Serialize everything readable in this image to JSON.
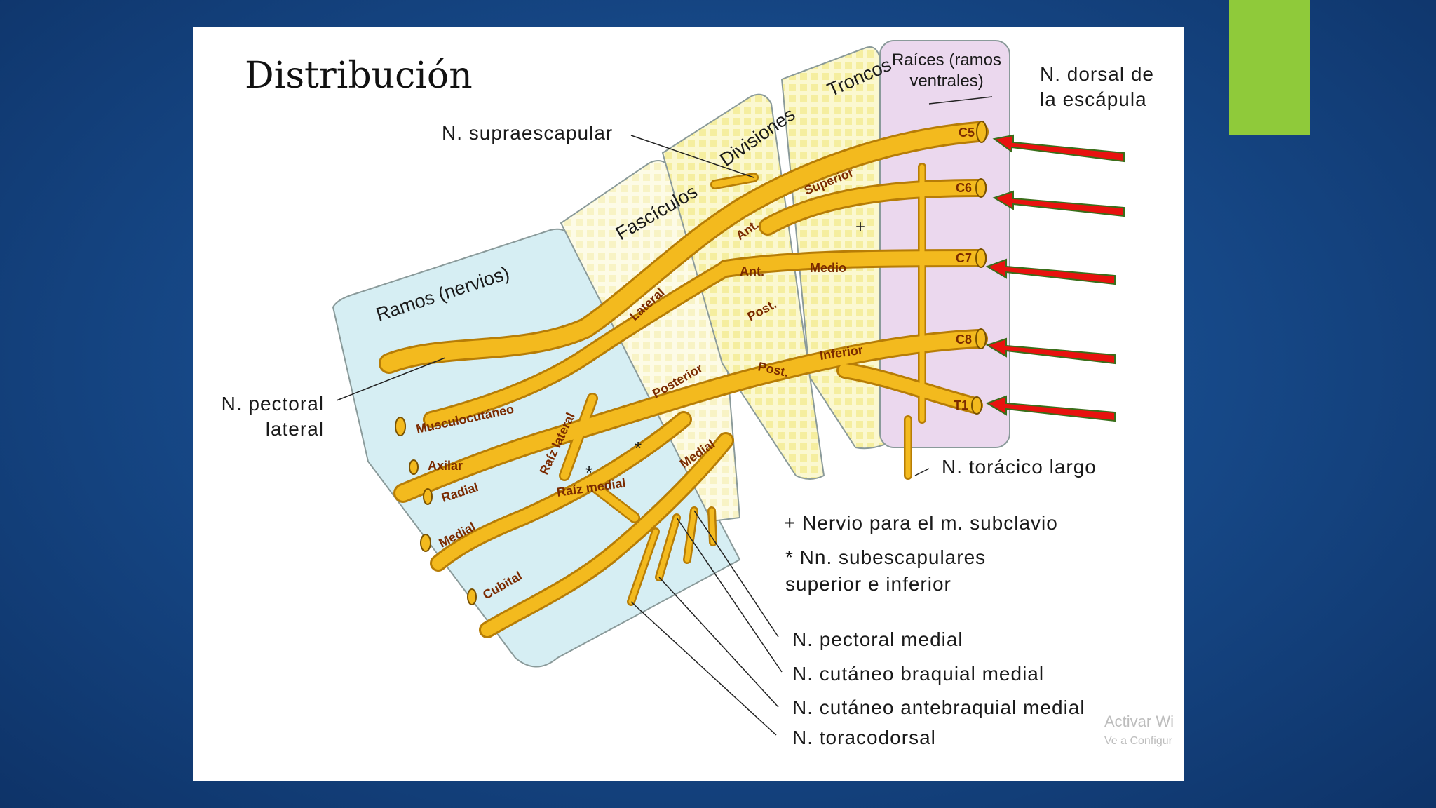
{
  "slide": {
    "title": "Distribución"
  },
  "diagram": {
    "bands": {
      "roots": "Raíces (ramos ventrales)",
      "trunks": "Troncos",
      "divisions": "Divisiones",
      "cords": "Fascículos",
      "branches": "Ramos (nervios)"
    },
    "roots": [
      "C5",
      "C6",
      "C7",
      "C8",
      "T1"
    ],
    "trunks": [
      "Superior",
      "Medio",
      "Inferior"
    ],
    "divisions": [
      "Ant.",
      "Ant.",
      "Post.",
      "Post."
    ],
    "cords": [
      "Lateral",
      "Posterior",
      "Medial"
    ],
    "branches": [
      "Musculocutáneo",
      "Axilar",
      "Radial",
      "Medial",
      "Cubital"
    ],
    "inner_labels": [
      "Raíz lateral",
      "Raíz medial"
    ],
    "marks": {
      "plus": "+",
      "star": "*"
    },
    "callouts": {
      "dorsal_scapular": "N. dorsal de la escápula",
      "suprascapular": "N. supraescapular",
      "pectoral_lateral": "N. pectoral lateral",
      "long_thoracic": "N. torácico largo",
      "pectoral_medial": "N. pectoral medial",
      "cutaneous_brachial": "N. cutáneo braquial medial",
      "cutaneous_antebrachial": "N. cutáneo antebraquial medial",
      "thoracodorsal": "N. toracodorsal"
    },
    "legend": {
      "plus": "+ Nervio para el m. subclavio",
      "star": "* Nn. subescapulares superior e inferior"
    }
  },
  "watermark": {
    "line1": "Activar Wi",
    "line2": "Ve a Configur"
  },
  "colors": {
    "nerve": "#f3ba1e",
    "nerve_edge": "#b77d06",
    "arrow": "#e8120f",
    "accent": "#8fca3a",
    "roots_band": "#ebd8ee",
    "branches_band": "#d6eef3",
    "trunks_band": "#f7f3b2"
  }
}
